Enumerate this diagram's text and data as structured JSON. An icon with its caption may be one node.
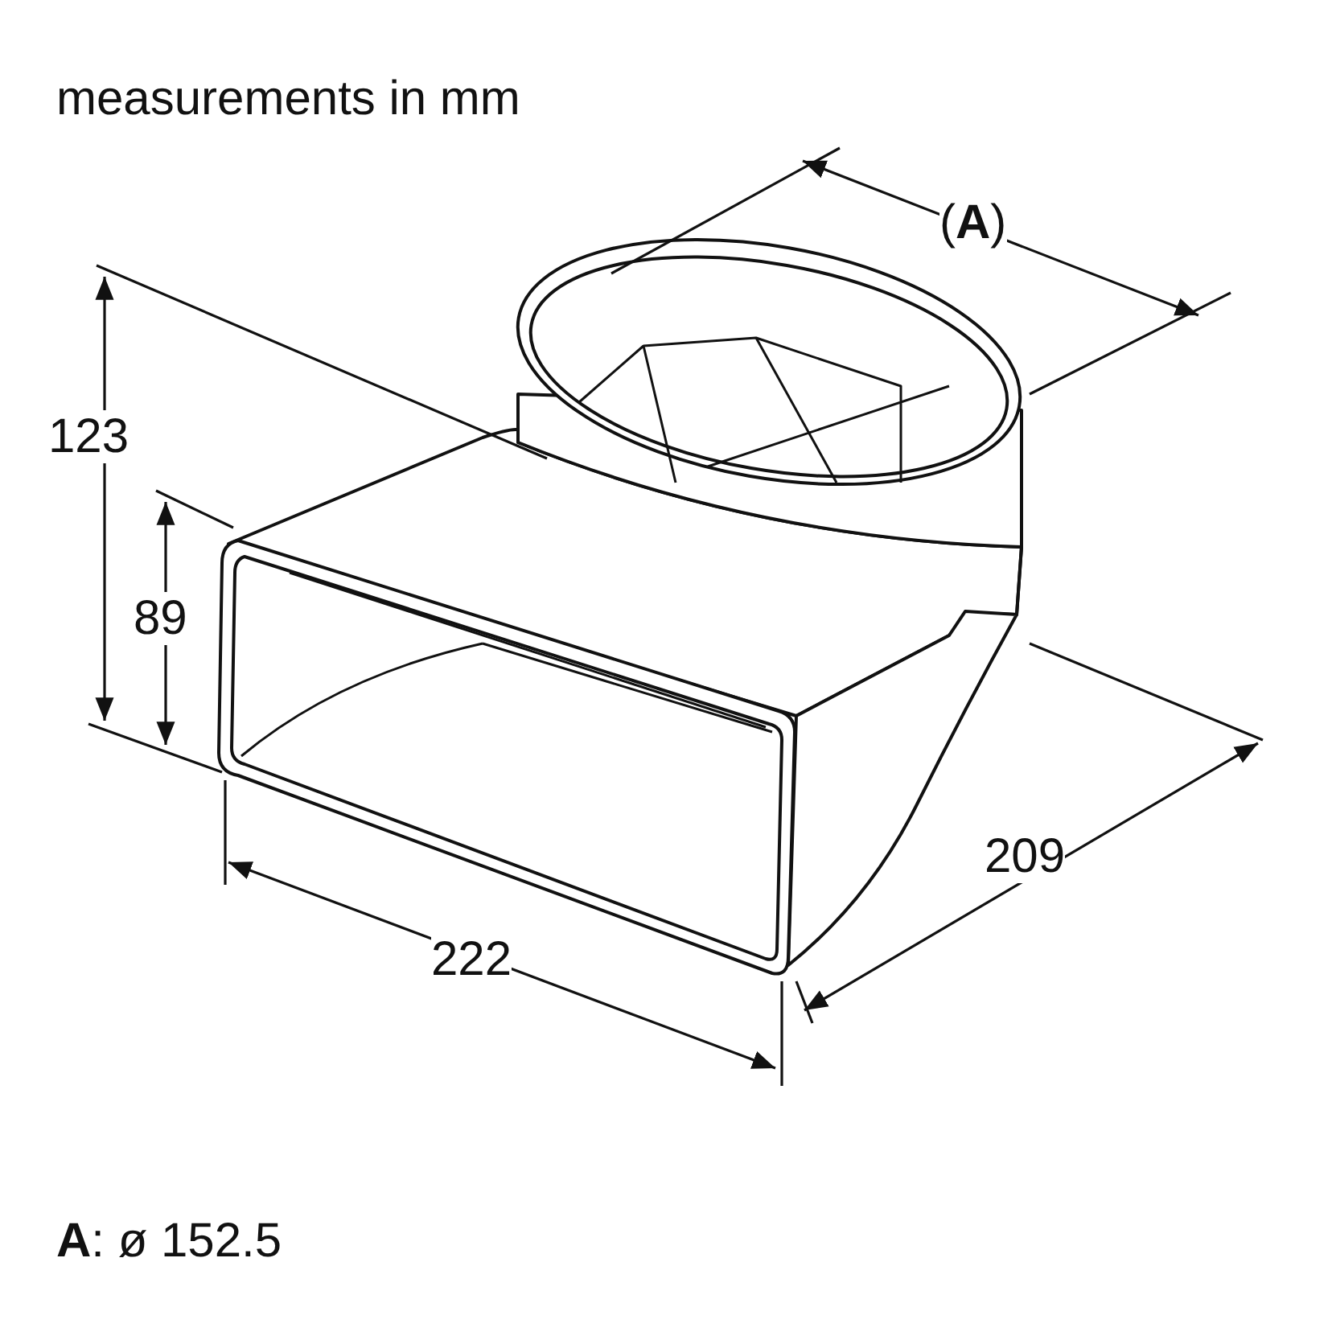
{
  "diagram": {
    "labels": [
      "measurements in mm",
      "(**A**)",
      "123",
      "89",
      "209",
      "222",
      "**A**: ø 152.5"
    ]
  }
}
